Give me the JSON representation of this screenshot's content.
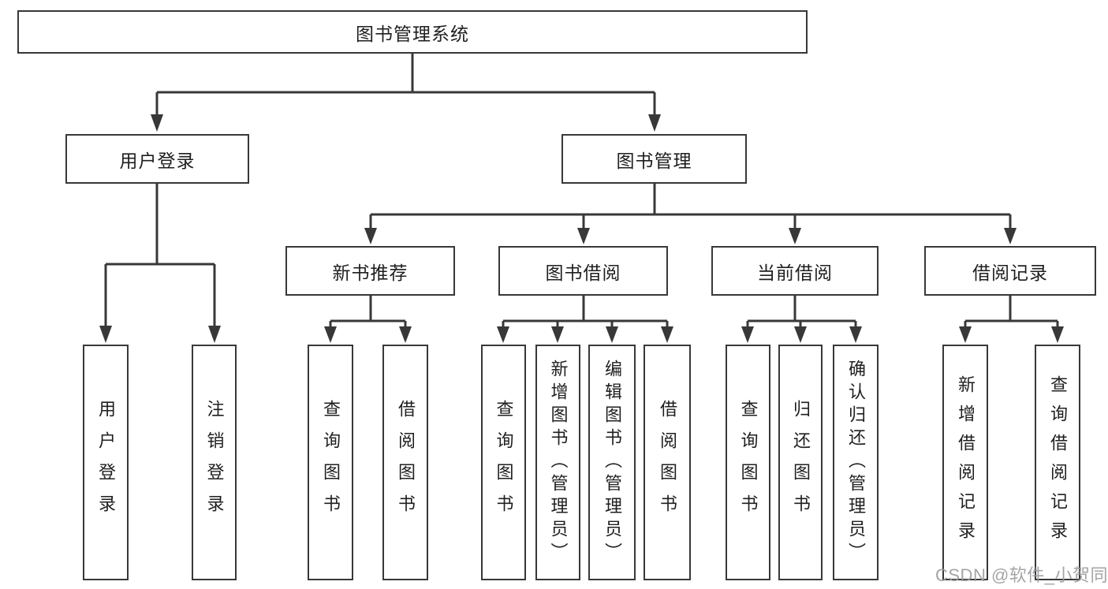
{
  "root": {
    "label": "图书管理系统"
  },
  "branches": [
    {
      "label": "用户登录",
      "children": [
        {
          "label": "用户登录"
        },
        {
          "label": "注销登录"
        }
      ]
    },
    {
      "label": "图书管理",
      "children": [
        {
          "label": "新书推荐",
          "children": [
            {
              "label": "查询图书"
            },
            {
              "label": "借阅图书"
            }
          ]
        },
        {
          "label": "图书借阅",
          "children": [
            {
              "label": "查询图书"
            },
            {
              "label": "新增图书（管理员）"
            },
            {
              "label": "编辑图书（管理员）"
            },
            {
              "label": "借阅图书"
            }
          ]
        },
        {
          "label": "当前借阅",
          "children": [
            {
              "label": "查询图书"
            },
            {
              "label": "归还图书"
            },
            {
              "label": "确认归还（管理员）"
            }
          ]
        },
        {
          "label": "借阅记录",
          "children": [
            {
              "label": "新增借阅记录"
            },
            {
              "label": "查询借阅记录"
            }
          ]
        }
      ]
    }
  ],
  "watermark": {
    "text": "CSDN @软件_小贺同学"
  },
  "colors": {
    "line": "#383838",
    "text": "#1f1f1f",
    "watermark": "#9b9b9e",
    "background": "#ffffff"
  }
}
